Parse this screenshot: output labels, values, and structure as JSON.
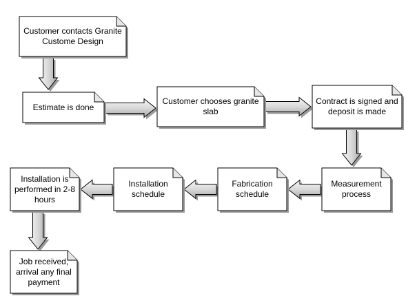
{
  "colors": {
    "box_fill": "#ffffff",
    "box_stroke": "#000000",
    "shadow": "#9a9a9a",
    "arrow_light": "#f2f2f2",
    "arrow_dark": "#b5b5b5"
  },
  "nodes": [
    {
      "id": "contact",
      "label": "Customer contacts Granite\nCustome Design"
    },
    {
      "id": "estimate",
      "label": "Estimate is done"
    },
    {
      "id": "choose",
      "label": "Customer chooses granite\nslab"
    },
    {
      "id": "contract",
      "label": "Contract is signed and\ndeposit is made"
    },
    {
      "id": "measure",
      "label": "Measurement\nprocess"
    },
    {
      "id": "fabrication",
      "label": "Fabrication\nschedule"
    },
    {
      "id": "install_sched",
      "label": "Installation\nschedule"
    },
    {
      "id": "install",
      "label": "Installation is\nperformed in 2-8\nhours"
    },
    {
      "id": "received",
      "label": "Job received,\narrival any final\npayment"
    }
  ],
  "edges": [
    {
      "from": "contact",
      "to": "estimate"
    },
    {
      "from": "estimate",
      "to": "choose"
    },
    {
      "from": "choose",
      "to": "contract"
    },
    {
      "from": "contract",
      "to": "measure"
    },
    {
      "from": "measure",
      "to": "fabrication"
    },
    {
      "from": "fabrication",
      "to": "install_sched"
    },
    {
      "from": "install_sched",
      "to": "install"
    },
    {
      "from": "install",
      "to": "received"
    }
  ]
}
